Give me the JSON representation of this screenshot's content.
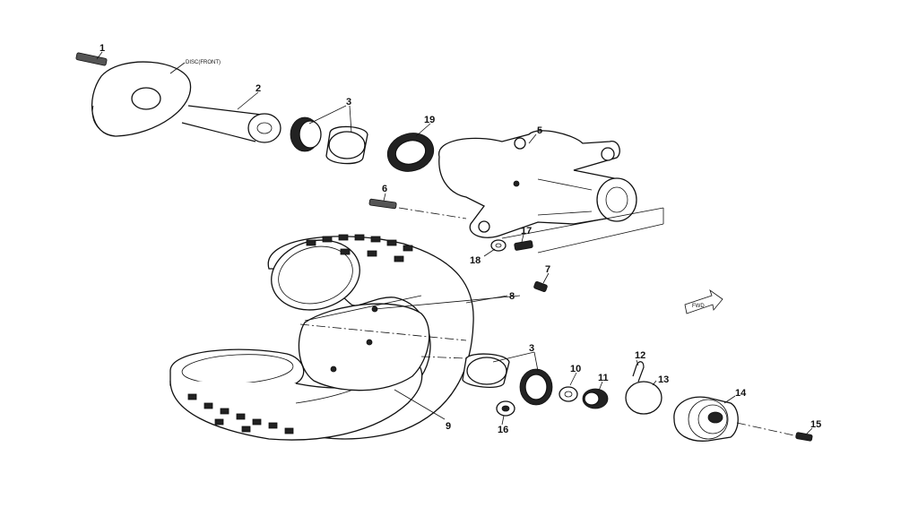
{
  "labels": {
    "disc_front": "DISC(FRONT)",
    "fwd": "FWD",
    "p1": "1",
    "p2": "2",
    "p3a": "3",
    "p3b": "3",
    "p5": "5",
    "p6": "6",
    "p7": "7",
    "p8": "8",
    "p9": "9",
    "p10": "10",
    "p11": "11",
    "p12": "12",
    "p13": "13",
    "p14": "14",
    "p15": "15",
    "p16": "16",
    "p17": "17",
    "p18": "18",
    "p19": "19"
  }
}
